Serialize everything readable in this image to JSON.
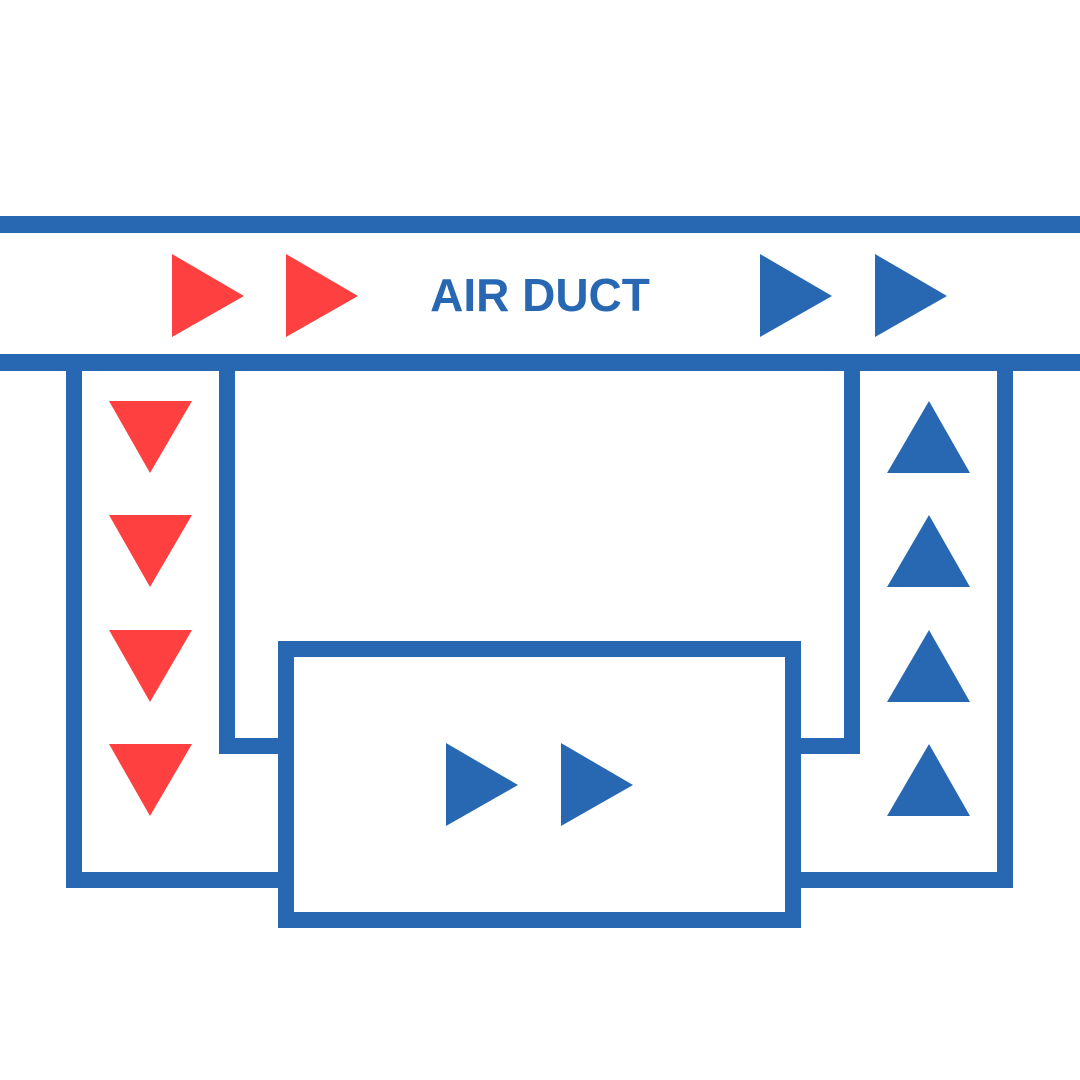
{
  "diagram": {
    "title": "AIR DUCT"
  },
  "colors": {
    "blue": "#2868B2",
    "red": "#FF4040",
    "background": "#FFFFFF"
  },
  "flow": {
    "duct_in": {
      "color": "red",
      "direction": "right",
      "count": 2
    },
    "duct_out": {
      "color": "blue",
      "direction": "right",
      "count": 2
    },
    "down_branch": {
      "color": "red",
      "direction": "down",
      "count": 4
    },
    "up_branch": {
      "color": "blue",
      "direction": "up",
      "count": 4
    },
    "unit": {
      "color": "blue",
      "direction": "right",
      "count": 2
    }
  }
}
